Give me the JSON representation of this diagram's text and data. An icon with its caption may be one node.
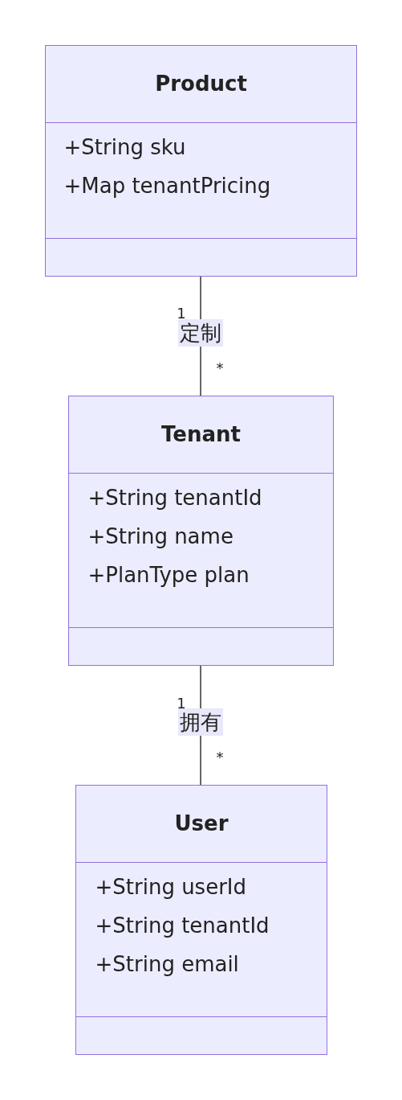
{
  "diagram": {
    "nodes": [
      {
        "text": [
          "Product",
          "+String sku",
          "+Map tenantPricing"
        ]
      },
      {
        "text": [
          "Tenant",
          "+String tenantId",
          "+String name",
          "+PlanType plan"
        ]
      },
      {
        "text": [
          "User",
          "+String userId",
          "+String tenantId",
          "+String email"
        ]
      }
    ],
    "edges": [
      {
        "from": 0,
        "to": 1,
        "arrow": "none",
        "label": "定制"
      },
      {
        "from": 1,
        "to": 2,
        "arrow": "none",
        "label": "拥有"
      }
    ],
    "labels": [
      "1",
      "*",
      "1",
      "*"
    ]
  }
}
